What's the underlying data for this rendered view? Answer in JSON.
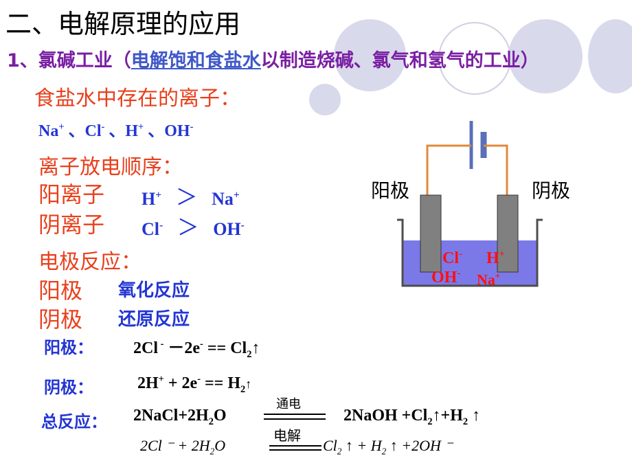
{
  "heading": "二、电解原理的应用",
  "subheading": {
    "prefix": "1、氯碱工业（",
    "link": "电解饱和食盐水",
    "suffix": "以制造烧碱、氯气和氢气的工业）"
  },
  "ions_title": "食盐水中存在的离子：",
  "ions": [
    "Na",
    "+",
    " 、Cl",
    "-",
    " 、H",
    "+",
    " 、OH",
    "-"
  ],
  "discharge_title": "离子放电顺序：",
  "cation": {
    "label": "阳离子",
    "left": "H",
    "left_sup": "+",
    "gt": "＞",
    "right": "Na",
    "right_sup": "+"
  },
  "anion": {
    "label": "阴离子",
    "left": "Cl",
    "left_sup": "-",
    "gt": "＞",
    "right": "OH",
    "right_sup": "-"
  },
  "electrode_title": "电极反应：",
  "anode_row": {
    "label": "阳极",
    "value": "氧化反应"
  },
  "cathode_row": {
    "label": "阴极",
    "value": "还原反应"
  },
  "anode_eq": {
    "label": "阳极：",
    "a": "2Cl",
    "a_sup": " -",
    "b": " －2e",
    "b_sup": "-",
    "c": " ==   Cl",
    "c_sub": "2",
    "d": "↑"
  },
  "cathode_eq": {
    "label": "阴极：",
    "a": "2H",
    "a_sup": "+",
    "b": " + 2e",
    "b_sup": "-",
    "c": " == H",
    "c_sub": "2",
    "d": "↑"
  },
  "total": {
    "label": "总反应：",
    "left": "2NaCl+2H",
    "left_sub": "2",
    "left_end": "O",
    "top": "通电",
    "right": "2NaOH +Cl",
    "right_sub": "2",
    "right_mid": "↑+H",
    "right_sub2": "2",
    "right_end": " ↑"
  },
  "ionic": {
    "left": "2Cl ⁻ + 2H",
    "left_sub": "2",
    "left_end": "O",
    "top": "电解",
    "r1": "Cl",
    "r1_sub": "2",
    "r2": " ↑ + H",
    "r2_sub": "2",
    "r3": " ↑ +2OH ⁻"
  },
  "diagram": {
    "anode_label": "阳极",
    "cathode_label": "阴极",
    "ions_top_left": "Cl",
    "ions_top_left_sup": "-",
    "ions_top_right": "H",
    "ions_top_right_sup": "+",
    "ions_bottom_left": "OH",
    "ions_bottom_left_sup": "-",
    "ions_bottom_right": "Na",
    "ions_bottom_right_sup": "+"
  },
  "colors": {
    "red": "#e8401c",
    "blue": "#2335d4",
    "purple": "#7a1fa3",
    "solution": "#7b79e8"
  }
}
